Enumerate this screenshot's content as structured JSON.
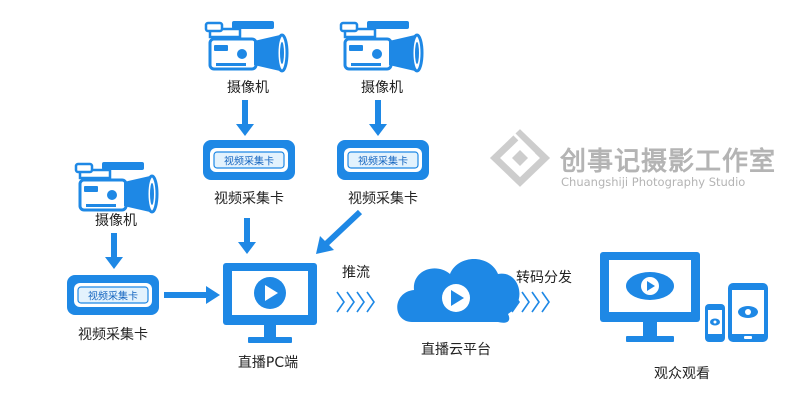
{
  "labels": {
    "camera": "摄像机",
    "capture_card": "视频采集卡",
    "card_face": "视频采集卡",
    "pc": "直播PC端",
    "push": "推流",
    "cloud": "直播云平台",
    "distribute": "转码分发",
    "viewers": "观众观看"
  },
  "watermark": {
    "title": "创事记摄影工作室",
    "subtitle": "Chuangshiji Photography Studio"
  },
  "colors": {
    "primary": "#1e88e5",
    "primary_dark": "#1565c0",
    "card_light": "#e3f2fd",
    "watermark": "#b4b4b4"
  },
  "icons": [
    "camera-icon",
    "capture-card-icon",
    "monitor-play-icon",
    "cloud-play-icon",
    "phone-icon",
    "tablet-icon"
  ]
}
